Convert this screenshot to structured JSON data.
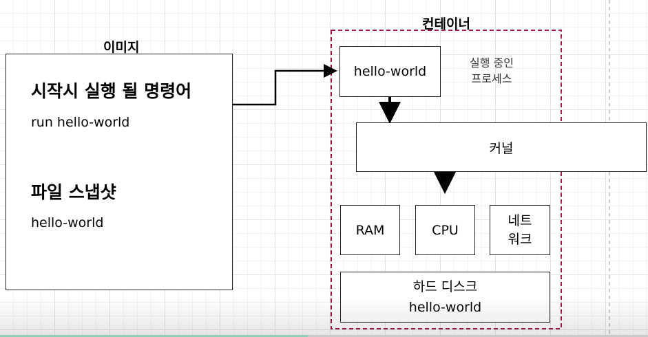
{
  "image_section": {
    "title": "이미지",
    "start_command_heading": "시작시 실행 될 명령어",
    "start_command_value": "run hello-world",
    "file_snapshot_heading": "파일 스냅샷",
    "file_snapshot_value": "hello-world"
  },
  "container_section": {
    "title": "컨테이너",
    "process_box": "hello-world",
    "running_process_line1": "실행 중인",
    "running_process_line2": "프로세스",
    "kernel": "커널",
    "ram": "RAM",
    "cpu": "CPU",
    "network_line1": "네트",
    "network_line2": "워크",
    "hard_disk_line1": "하드 디스크",
    "hard_disk_line2": "hello-world"
  },
  "colors": {
    "container_border": "#a0174a",
    "progress_fill": "#8fd0b6"
  },
  "video_progress": 0.475
}
